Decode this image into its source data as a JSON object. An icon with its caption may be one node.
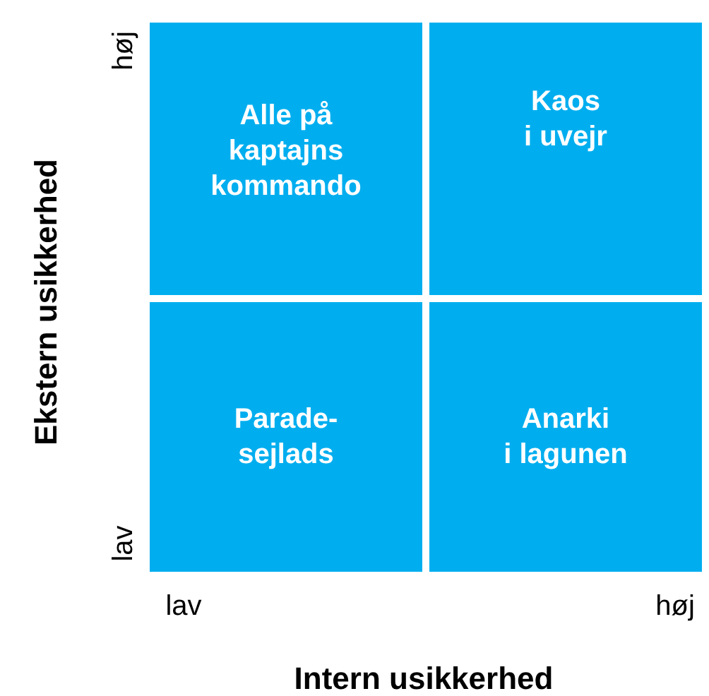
{
  "diagram": {
    "nodes": [
      {
        "text": [
          "Alle på kaptajns kommando"
        ]
      },
      {
        "text": [
          "Kaos i uvejr"
        ]
      },
      {
        "text": [
          "Parade- sejlads"
        ]
      },
      {
        "text": [
          "Anarki i lagunen"
        ]
      }
    ],
    "labels": [
      "høj",
      "Ekstern usikkerhed",
      "lav",
      "lav",
      "høj",
      "Intern usikkerhed"
    ]
  }
}
